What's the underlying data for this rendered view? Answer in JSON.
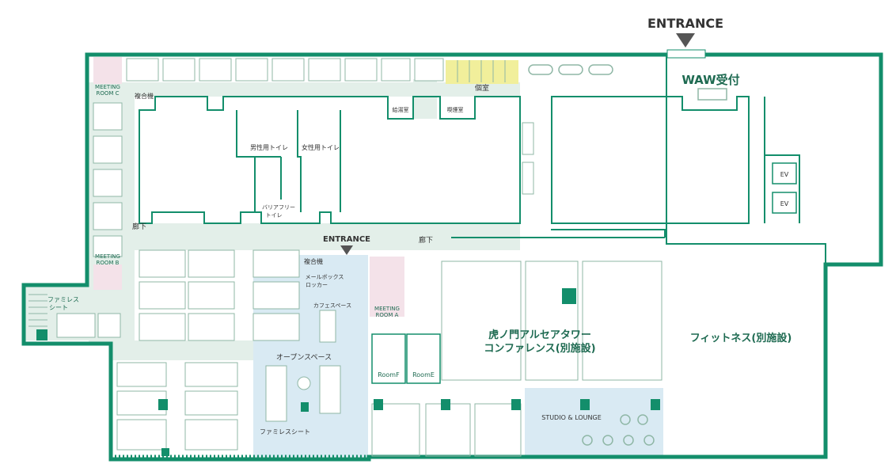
{
  "colors": {
    "wall": "#138e6b",
    "corridor": "#e3efe9",
    "open_space": "#d9eaf3",
    "meeting_room": "#f4e2e9",
    "private_room": "#f1ef9b",
    "desk_stroke": "#8fb7a6",
    "text": "#1f6b52",
    "text_dark": "#333333"
  },
  "top_entrance": {
    "label": "ENTRANCE"
  },
  "mid_entrance": {
    "label": "ENTRANCE"
  },
  "rooms": {
    "meeting_room_c": [
      "MEETING",
      "ROOM C"
    ],
    "meeting_room_b": [
      "MEETING",
      "ROOM B"
    ],
    "meeting_room_a": [
      "MEETING",
      "ROOM A"
    ],
    "family_seat_left": [
      "ファミレス",
      "シート"
    ],
    "copier_top": "複合機",
    "copier_mid": "複合機",
    "mens_toilet": "男性用トイレ",
    "womens_toilet": "女性用トイレ",
    "barrier_free": [
      "バリアフリー",
      "トイレ"
    ],
    "kitchen": "給湯室",
    "smoking": "喫煙室",
    "private_room": "個室",
    "reception": "WAW受付",
    "ev1": "EV",
    "ev2": "EV",
    "corridor_left": "廊下",
    "corridor_mid": "廊下",
    "mail_box": [
      "メールボックス",
      "ロッカー"
    ],
    "cafe_space": "カフェスペース",
    "open_space": "オープンスペース",
    "family_seat_bottom": "ファミレスシート",
    "room_f": "RoomF",
    "room_e": "RoomE",
    "conference": [
      "虎ノ門アルセアタワー",
      "コンファレンス(別施設)"
    ],
    "fitness": "フィットネス(別施設)",
    "studio": "STUDIO & LOUNGE"
  }
}
